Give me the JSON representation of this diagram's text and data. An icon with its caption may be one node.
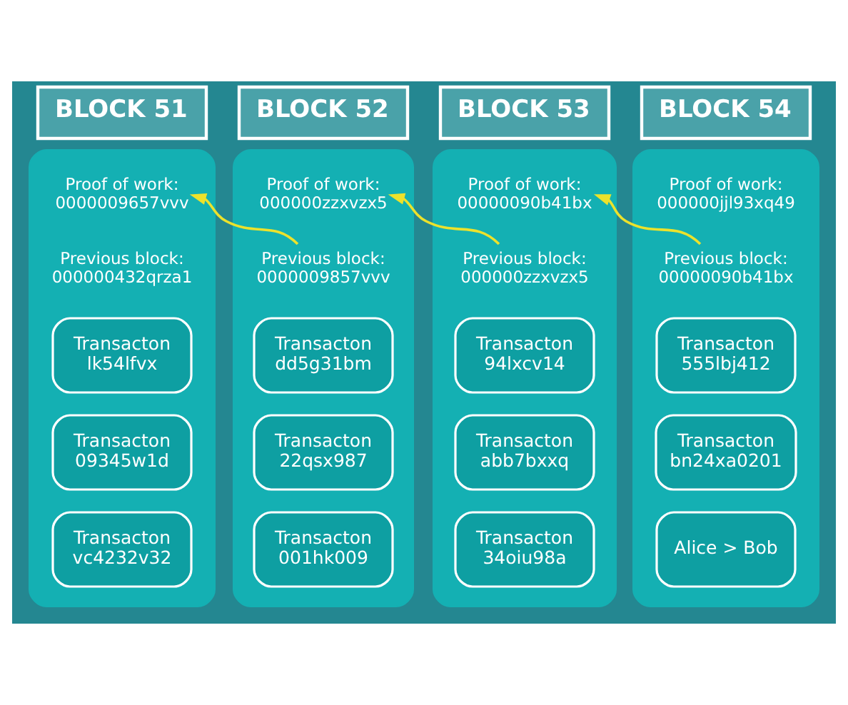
{
  "diagram": {
    "nodes": [
      {
        "text": [
          "BLOCK 51"
        ]
      },
      {
        "text": [],
        "shape": "box"
      },
      {
        "text": [
          "Proof of work:",
          "0000009657vvv"
        ],
        "in": 1
      },
      {
        "text": [
          "Previous block:",
          "000000432qrza1"
        ],
        "in": 1
      },
      {
        "text": [
          "Transacton",
          "lk54lfvx"
        ],
        "in": 1
      },
      {
        "text": [
          "Transacton",
          "09345w1d"
        ],
        "in": 1
      },
      {
        "text": [
          "Transacton",
          "vc4232v32"
        ],
        "in": 1
      },
      {
        "text": [
          "BLOCK 52"
        ]
      },
      {
        "text": [],
        "shape": "box"
      },
      {
        "text": [
          "Proof of work:",
          "000000zzxvzx5"
        ],
        "in": 8
      },
      {
        "text": [
          "Previous block:",
          "0000009857vvv"
        ],
        "in": 8
      },
      {
        "text": [
          "Transacton",
          "dd5g31bm"
        ],
        "in": 8
      },
      {
        "text": [
          "Transacton",
          "22qsx987"
        ],
        "in": 8
      },
      {
        "text": [
          "Transacton",
          "001hk009"
        ],
        "in": 8
      },
      {
        "text": [
          "BLOCK 53"
        ]
      },
      {
        "text": [],
        "shape": "box"
      },
      {
        "text": [
          "Proof of work:",
          "00000090b41bx"
        ],
        "in": 15
      },
      {
        "text": [
          "Previous block:",
          "000000zzxvzx5"
        ],
        "in": 15
      },
      {
        "text": [
          "Transacton",
          "94lxcv14"
        ],
        "in": 15
      },
      {
        "text": [
          "Transacton",
          "abb7bxxq"
        ],
        "in": 15
      },
      {
        "text": [
          "Transacton",
          "34oiu98a"
        ],
        "in": 15
      },
      {
        "text": [
          "BLOCK 54"
        ]
      },
      {
        "text": [],
        "shape": "box"
      },
      {
        "text": [
          "Proof of work:",
          "000000jjl93xq49"
        ],
        "in": 22
      },
      {
        "text": [
          "Previous block:",
          "00000090b41bx"
        ],
        "in": 22
      },
      {
        "text": [
          "Transacton",
          "555lbj412"
        ],
        "in": 22
      },
      {
        "text": [
          "Transacton",
          "bn24xa0201"
        ],
        "in": 22
      },
      {
        "text": [
          "Alice > Bob"
        ],
        "in": 22
      }
    ],
    "edges": [
      {
        "from": 10,
        "to": 2,
        "arrow": "to"
      },
      {
        "from": 17,
        "to": 9,
        "arrow": "to"
      },
      {
        "from": 24,
        "to": 16,
        "arrow": "to"
      }
    ]
  }
}
